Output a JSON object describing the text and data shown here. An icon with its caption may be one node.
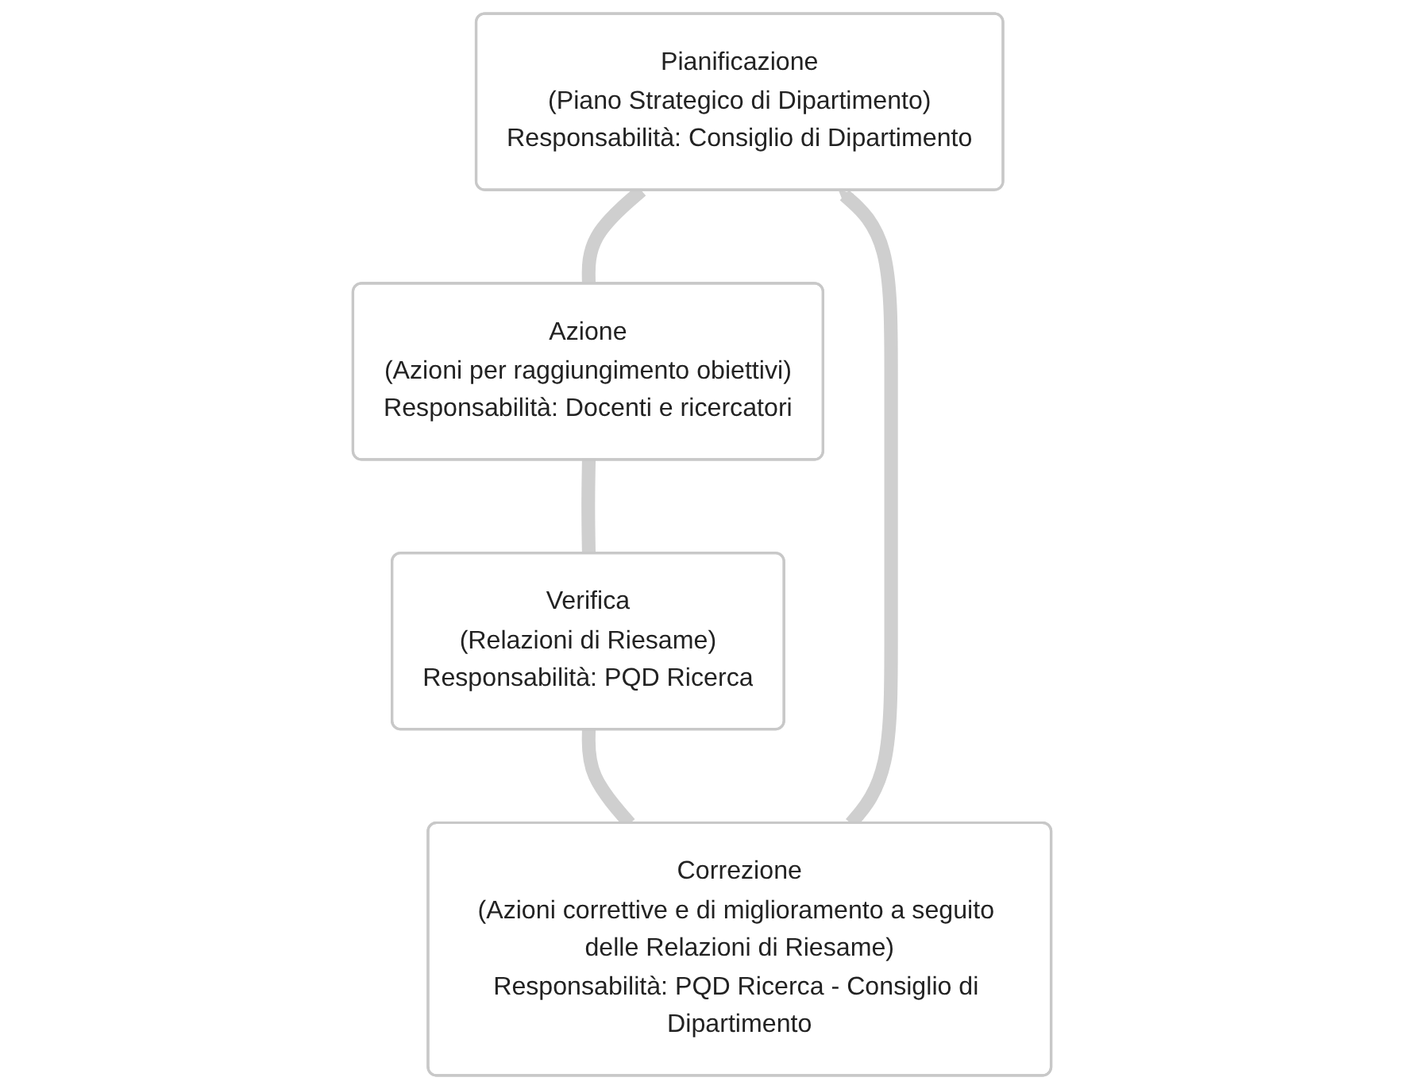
{
  "diagram": {
    "nodes": [
      {
        "text": [
          "Pianificazione",
          "(Piano Strategico di Dipartimento)",
          "Responsabilità: Consiglio di Dipartimento"
        ]
      },
      {
        "text": [
          "Azione",
          "(Azioni per raggiungimento obiettivi)",
          "Responsabilità: Docenti e ricercatori"
        ]
      },
      {
        "text": [
          "Verifica",
          "(Relazioni di Riesame)",
          "Responsabilità: PQD Ricerca"
        ]
      },
      {
        "text": [
          "Correzione",
          "(Azioni correttive e di miglioramento a seguito delle Relazioni di Riesame)",
          "Responsabilità: PQD Ricerca - Consiglio di Dipartimento"
        ]
      }
    ],
    "edges": [
      {
        "from": 0,
        "to": 1,
        "arrow": "none"
      },
      {
        "from": 1,
        "to": 2,
        "arrow": "none"
      },
      {
        "from": 2,
        "to": 3,
        "arrow": "none"
      },
      {
        "from": 3,
        "to": 0,
        "arrow": "to"
      }
    ]
  }
}
